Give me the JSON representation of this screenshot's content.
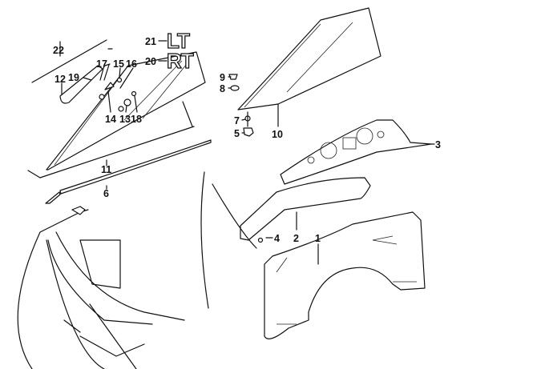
{
  "diagram": {
    "callouts": [
      "22",
      "12",
      "19",
      "17",
      "15",
      "16",
      "14",
      "13",
      "18",
      "11",
      "6",
      "21",
      "20",
      "9",
      "8",
      "7",
      "5",
      "10",
      "3",
      "4",
      "2",
      "1"
    ],
    "emblems": {
      "lt": "LT",
      "rt": "RT"
    }
  }
}
